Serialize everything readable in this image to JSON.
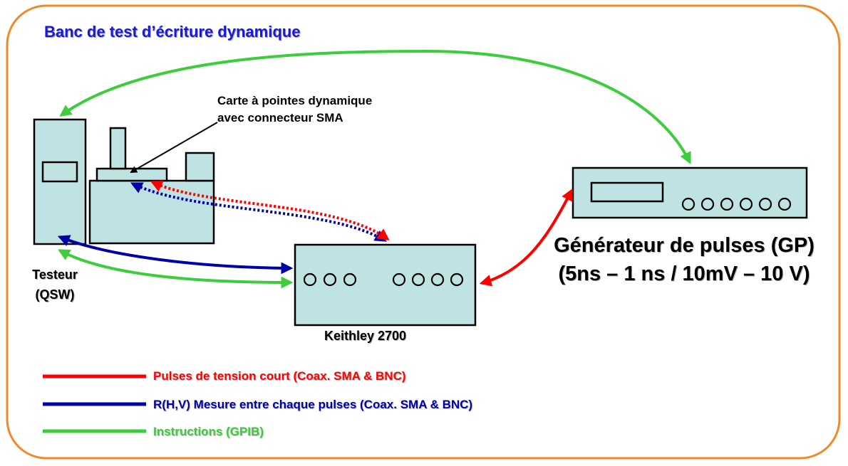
{
  "title": "Banc de test d’écriture dynamique",
  "probe_card": {
    "line1": "Carte à pointes dynamique",
    "line2": "avec connecteur SMA"
  },
  "tester": {
    "line1": "Testeur",
    "line2": "(QSW)"
  },
  "keithley": {
    "label": "Keithley 2700"
  },
  "generator": {
    "line1": "Générateur de pulses (GP)",
    "line2": "(5ns – 1 ns / 10mV – 10 V)"
  },
  "legend": [
    {
      "label": "Pulses de tension court (Coax. SMA & BNC)",
      "color": "#ff0000"
    },
    {
      "label": "R(H,V) Mesure entre chaque pulses (Coax. SMA & BNC)",
      "color": "#0000aa"
    },
    {
      "label": "Instructions (GPIB)",
      "color": "#3ccc3c"
    }
  ],
  "colors": {
    "frame": "#f08a28",
    "device_fill": "#bfe3e3",
    "red": "#ff0000",
    "blue": "#0000aa",
    "green": "#3ccc3c",
    "title": "#1a1ad6"
  }
}
